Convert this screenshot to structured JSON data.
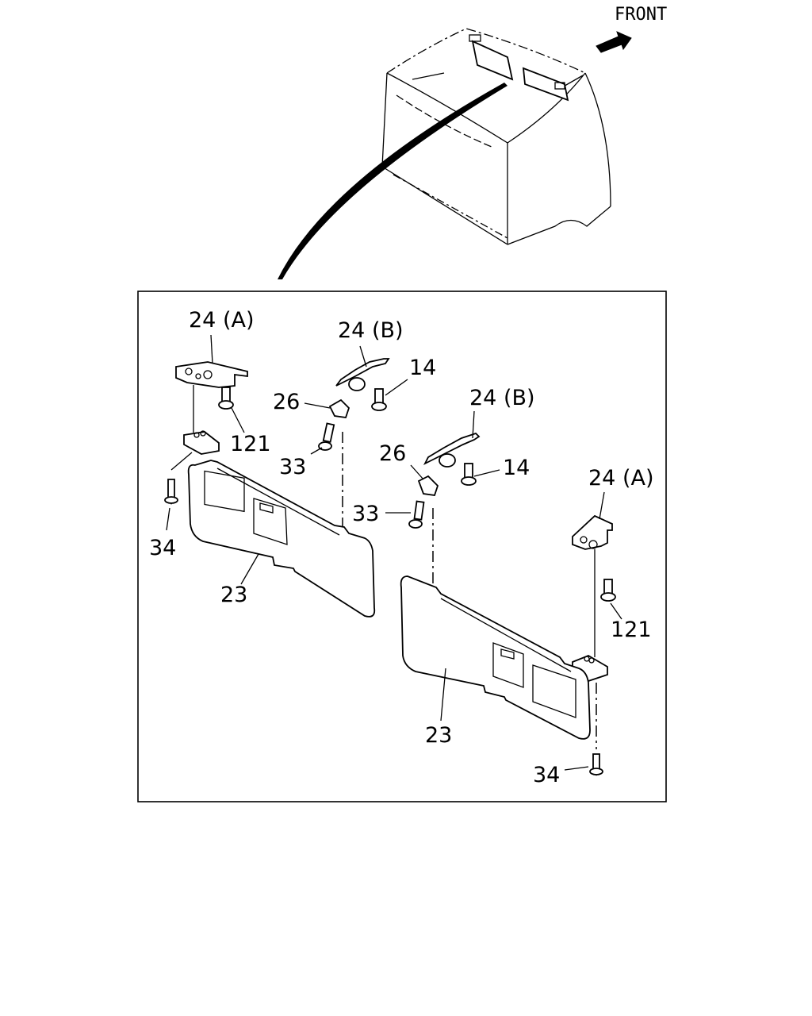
{
  "direction_label": "FRONT",
  "callouts": {
    "bracket_a_left": "24 (A)",
    "bracket_b_left": "24 (B)",
    "screw_14_left": "14",
    "clip_26_left": "26",
    "bolt_121_left": "121",
    "screw_33_left": "33",
    "screw_34_left": "34",
    "visor_23_left": "23",
    "bracket_b_right": "24 (B)",
    "clip_26_right": "26",
    "screw_14_right": "14",
    "screw_33_right": "33",
    "bracket_a_right": "24 (A)",
    "bolt_121_right": "121",
    "visor_23_right": "23",
    "screw_34_right": "34"
  },
  "icons": {
    "front_arrow": "arrow-icon",
    "cab": "cab-outline-icon"
  }
}
